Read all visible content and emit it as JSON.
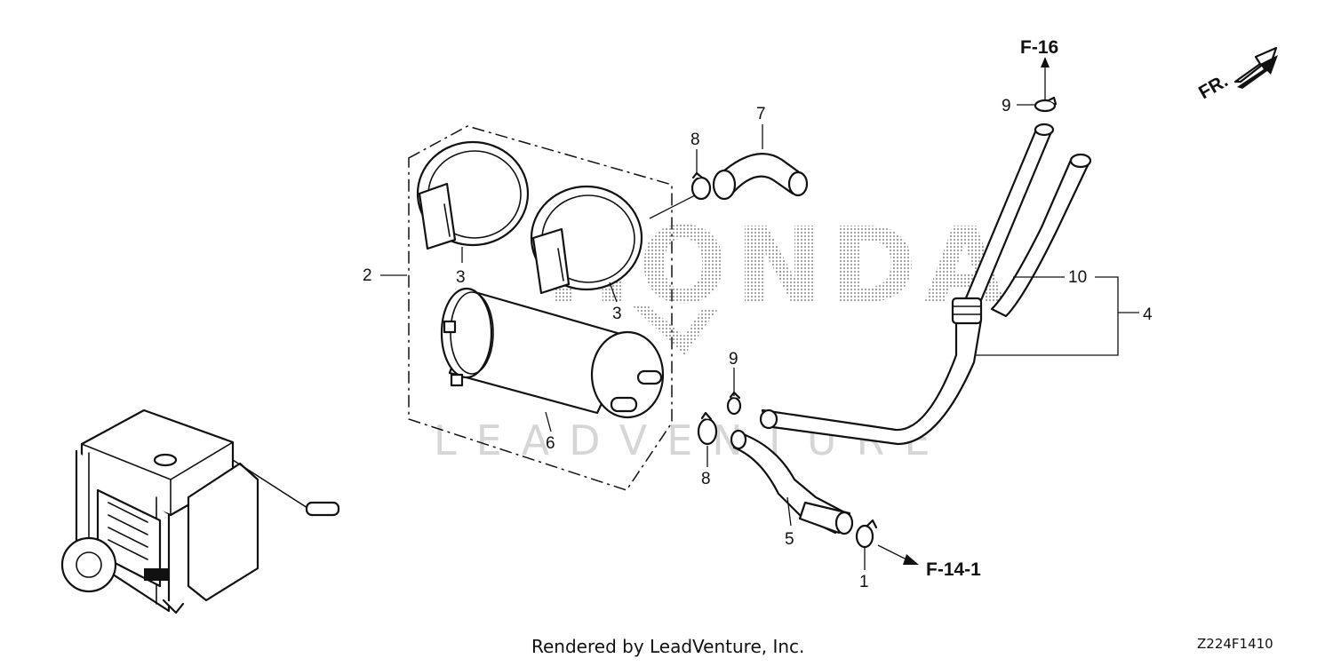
{
  "callouts": {
    "c1": "1",
    "c2": "2",
    "c3a": "3",
    "c3b": "3",
    "c4": "4",
    "c5": "5",
    "c6": "6",
    "c7": "7",
    "c8a": "8",
    "c8b": "8",
    "c9a": "9",
    "c9b": "9",
    "c10": "10"
  },
  "references": {
    "top": "F-16",
    "bottom": "F-14-1"
  },
  "direction": "FR.",
  "watermark": {
    "brand": "HONDA",
    "dealer": "LEADVENTURE"
  },
  "footer": {
    "credit": "Rendered by LeadVenture, Inc.",
    "diagram_code": "Z224F1410"
  }
}
